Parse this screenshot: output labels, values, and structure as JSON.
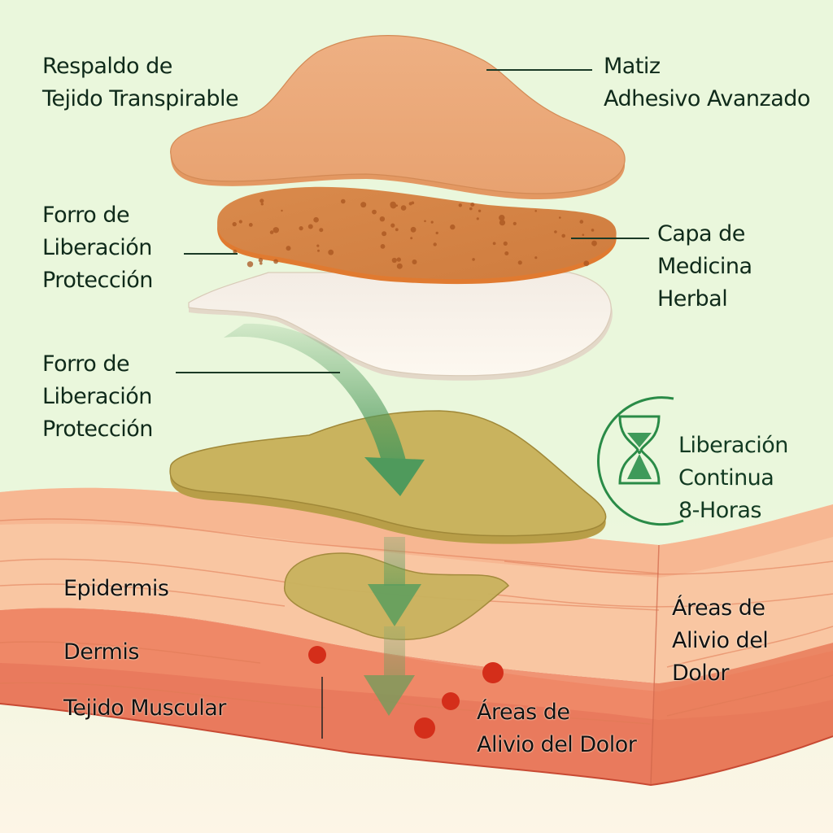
{
  "title": "Parche herbal transdérmico - capas y liberación",
  "colors": {
    "background_top": "#eaf7dc",
    "background_bottom": "#fdf5e6",
    "backing_layer": "#ebaa78",
    "medicine_layer": "#d9894a",
    "release_liner": "#faf3ea",
    "adhesive_pad": "#c9b35e",
    "epidermis": "#f9c9a6",
    "dermis": "#ee8766",
    "muscle": "#e8765a",
    "arrow_green": "#4f9a5c",
    "icon_green": "#2a8b47",
    "pain_dot": "#d42e1a"
  },
  "labels": {
    "backing": [
      "Respaldo de",
      "Tejido Transpirable"
    ],
    "adhesive": [
      "Matiz",
      "Adhesivo Avanzado"
    ],
    "liner_top": [
      "Forro de",
      "Liberación",
      "Protección"
    ],
    "medicine": [
      "Capa de",
      "Medicina",
      "Herbal"
    ],
    "liner_bottom": [
      "Forro de",
      "Liberación",
      "Protección"
    ],
    "release": [
      "Liberación",
      "Continua",
      "8-Horas"
    ],
    "epidermis": "Epidermis",
    "dermis": "Dermis",
    "muscle": "Tejido Muscular",
    "relief_right": [
      "Áreas de",
      "Alivio del",
      "Dolor"
    ],
    "relief_center": [
      "Áreas de",
      "Alivio del Dolor"
    ]
  },
  "icons": {
    "release_timer": "hourglass-icon",
    "flow_arrow": "arrow-down-icon"
  }
}
